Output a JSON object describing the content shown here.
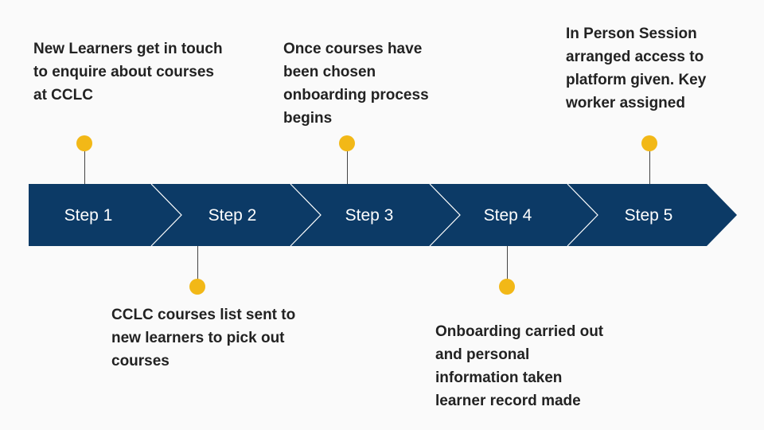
{
  "colors": {
    "arrow_fill": "#0c3a66",
    "chevron_line": "#ffffff",
    "dot": "#f2b817",
    "text": "#222222",
    "background": "#fafafa"
  },
  "steps": [
    {
      "label": "Step 1",
      "note": "New Learners get in touch to enquire about courses at CCLC"
    },
    {
      "label": "Step 2",
      "note": "CCLC courses list sent to new learners to pick out courses"
    },
    {
      "label": "Step 3",
      "note": "Once courses have been chosen onboarding process begins"
    },
    {
      "label": "Step 4",
      "note": "Onboarding carried out and personal information taken learner record made"
    },
    {
      "label": "Step 5",
      "note": "In Person Session arranged access to platform given. Key worker assigned"
    }
  ]
}
